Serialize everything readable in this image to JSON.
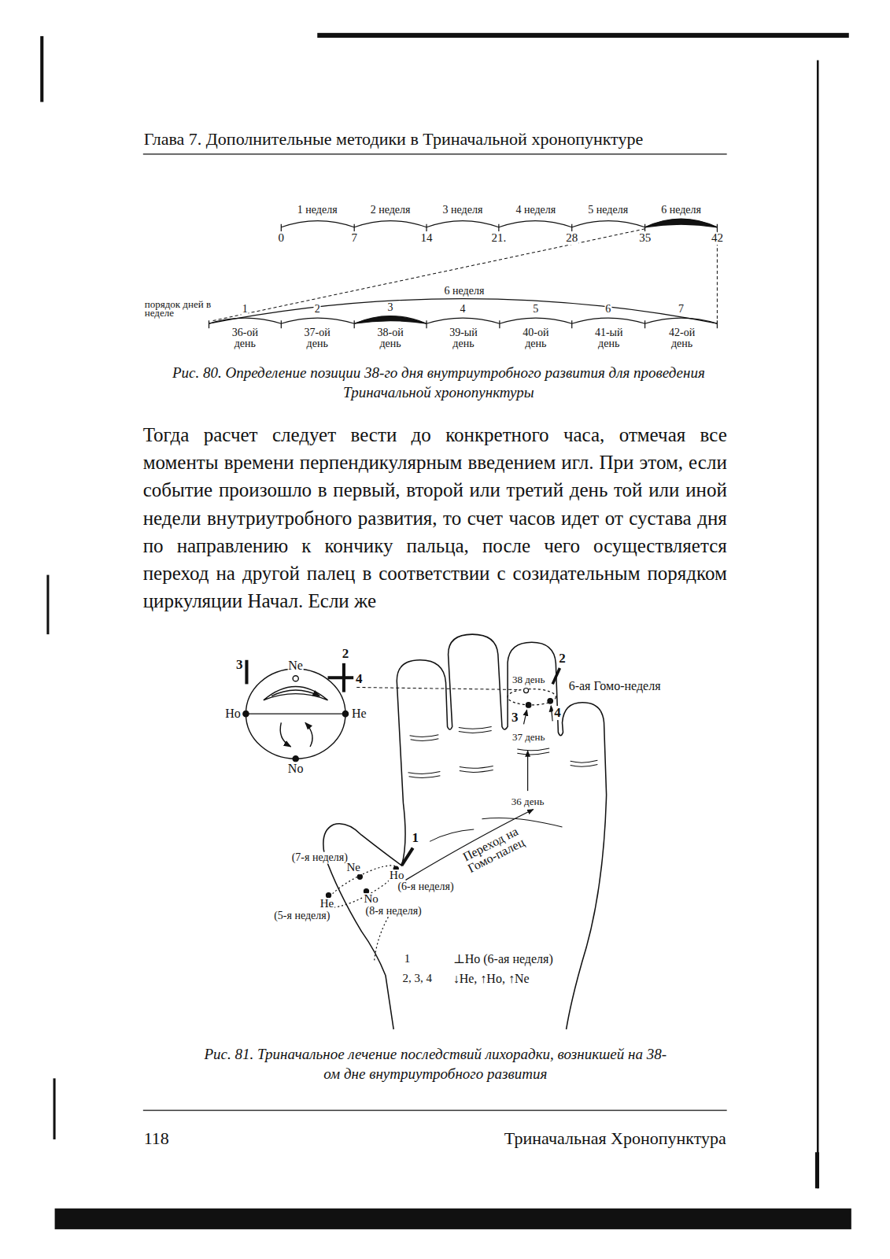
{
  "diagram": {
    "title": "Глава 7. Дополнительные методики в Триначальной хронопунктуре",
    "caption": "Рис. 80. Определение позиции 38-го дня внутриутробного развития для проведения Триначальной хронопунктуры",
    "labels": [
      "1 неделя",
      "2 неделя",
      "3 неделя",
      "4 неделя",
      "5 неделя",
      "6 неделя",
      "0",
      "7",
      "14",
      "21.",
      "28",
      "35",
      "42",
      "6 неделя",
      "порядок дней в неделе",
      "1",
      "2",
      "3",
      "4",
      "5",
      "6",
      "7",
      "36-ой день",
      "37-ой день",
      "38-ой день",
      "39-ый день",
      "40-ой день",
      "41-ый день",
      "42-ой день",
      "Тогда расчет следует вести до конкретного часа, отмечая все моменты времени перпендикулярным введением игл. При этом, если событие произошло в первый, второй или третий день той или иной недели внутриутробного развития, то счет часов идет от сустава дня по направлению к кончику пальца, после чего осуществляется переход на другой палец в соответствии с созидательным порядком циркуляции Начал. Если же",
      "3",
      "Ne",
      "2",
      "4",
      "Ho",
      "He",
      "No",
      "2",
      "38 день",
      "6-ая Гомо-неделя",
      "3",
      "4",
      "37 день",
      "36 день",
      "1",
      "Переход на Гомо-палец",
      "(7-я неделя)",
      "Ne",
      "Ho",
      "(6-я неделя)",
      "He",
      "No",
      "(8-я неделя)",
      "(5-я неделя)",
      "1",
      "⊥Ho (6-ая неделя)",
      "2, 3, 4",
      "↓He, ↑Ho, ↑Ne",
      "Рис. 81. Триначальное лечение последствий лихорадки, возникшей на 38-ом дне внутриутробного развития",
      "118",
      "Триначальная Хронопунктура"
    ]
  }
}
